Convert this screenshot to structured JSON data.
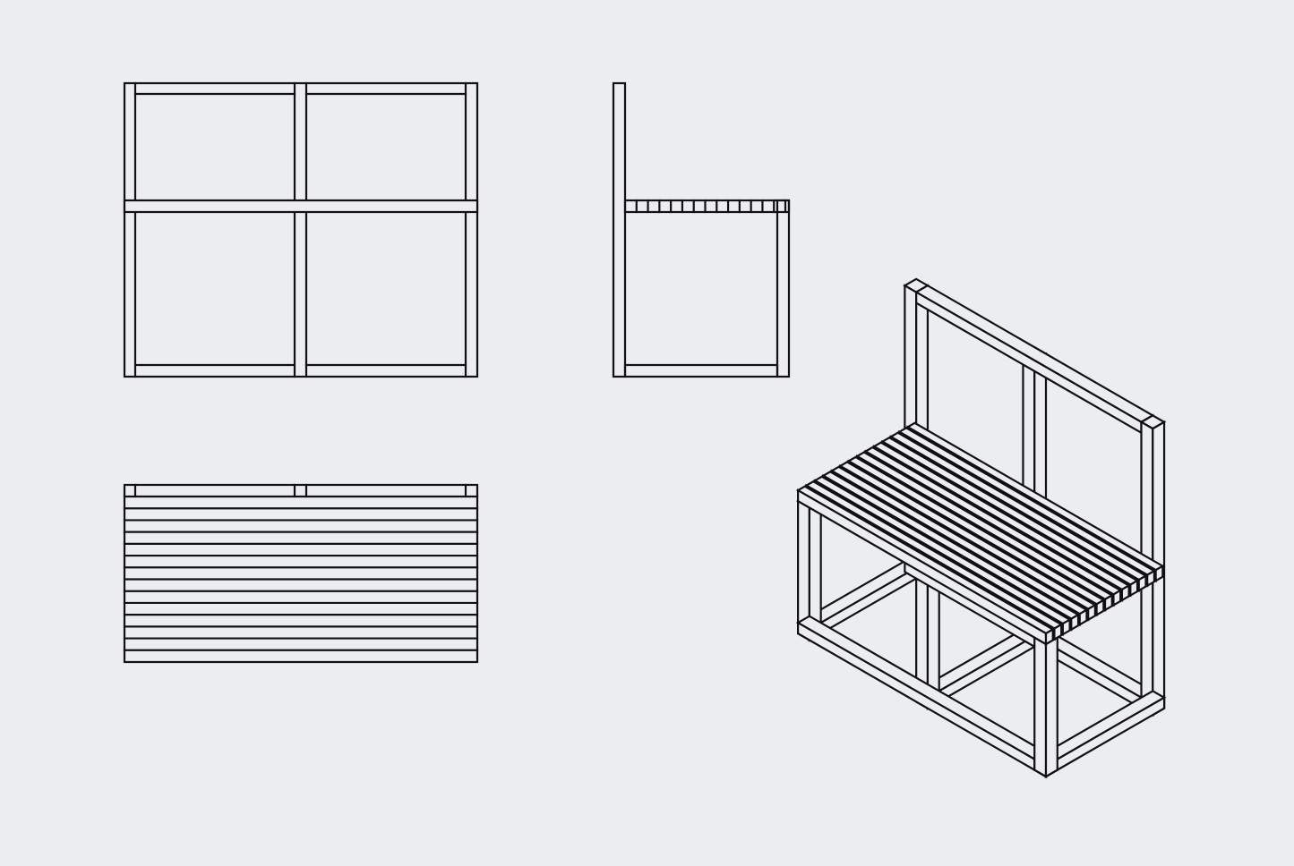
{
  "drawing": {
    "background_color": "#ECEDF1",
    "line_color": "#111111",
    "views": [
      {
        "id": "front",
        "kind": "front-elevation"
      },
      {
        "id": "side",
        "kind": "side-elevation"
      },
      {
        "id": "top",
        "kind": "plan"
      },
      {
        "id": "iso",
        "kind": "isometric"
      }
    ],
    "bench": {
      "bays": 2,
      "seat_slats": 14
    }
  }
}
